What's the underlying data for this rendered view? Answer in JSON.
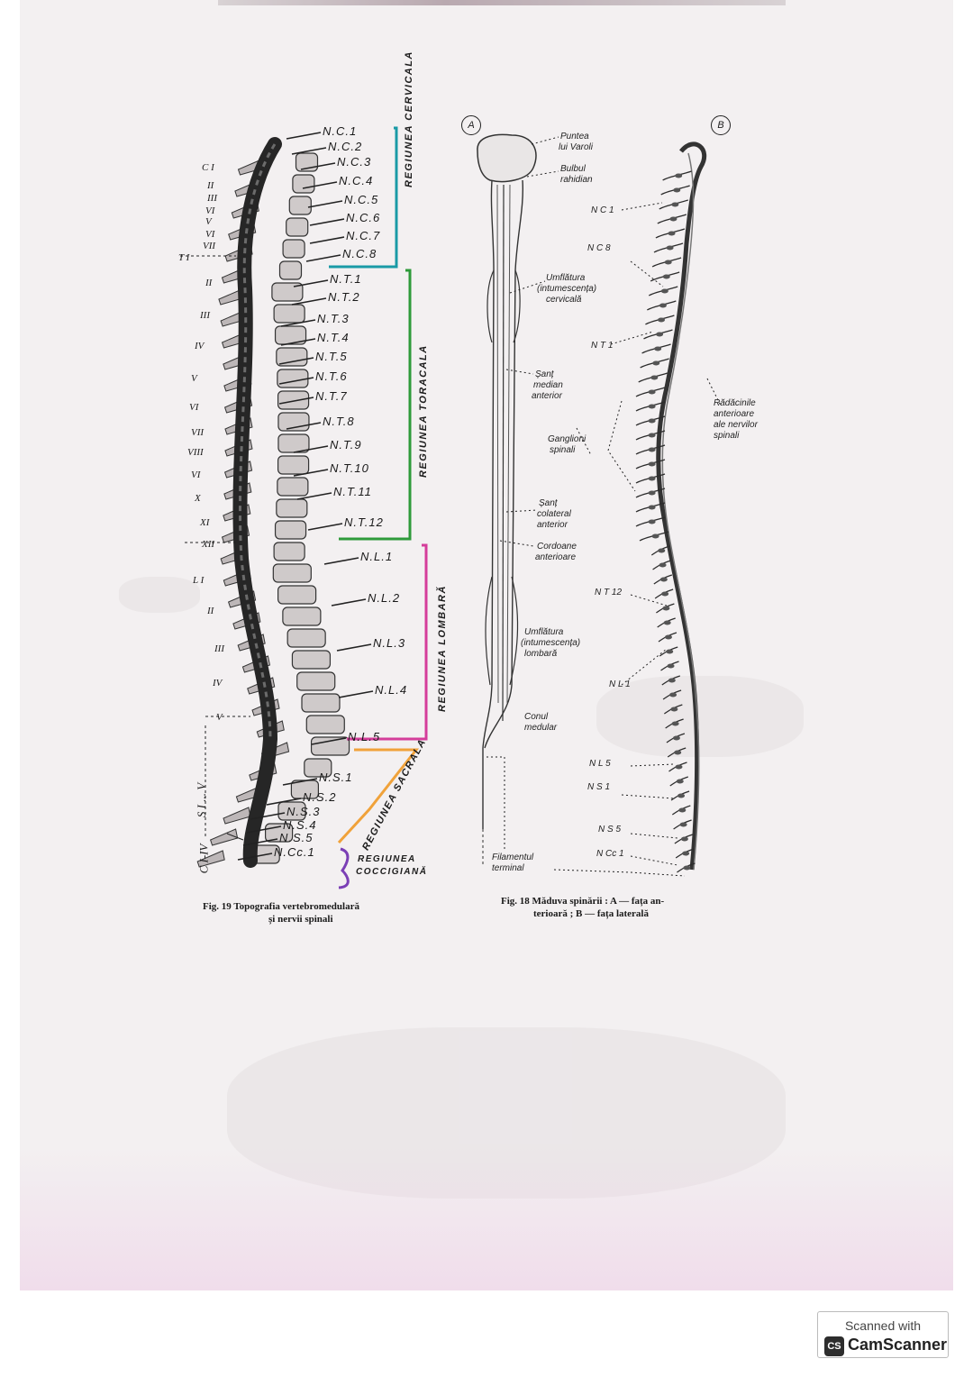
{
  "fig19": {
    "vertebra_labels": [
      "C I",
      "II",
      "III",
      "VI",
      "V",
      "VI",
      "VII",
      "T I",
      "II",
      "III",
      "IV",
      "V",
      "VI",
      "VII",
      "VIII",
      "VI",
      "X",
      "XI",
      "XII",
      "L I",
      "II",
      "III",
      "IV",
      "V",
      "S I ... V",
      "C I-IV"
    ],
    "nerve_labels": [
      "N.C.1",
      "N.C.2",
      "N.C.3",
      "N.C.4",
      "N.C.5",
      "N.C.6",
      "N.C.7",
      "N.C.8",
      "N.T.1",
      "N.T.2",
      "N.T.3",
      "N.T.4",
      "N.T.5",
      "N.T.6",
      "N.T.7",
      "N.T.8",
      "N.T.9",
      "N.T.10",
      "N.T.11",
      "N.T.12",
      "N.L.1",
      "N.L.2",
      "N.L.3",
      "N.L.4",
      "N.L.5",
      "N.S.1",
      "N.S.2",
      "N.S.3",
      "N.S.4",
      "N.S.5",
      "N.Cc.1"
    ],
    "regions": {
      "cervical": "REGIUNEA CERVICALA",
      "thoracic": "REGIUNEA TORACALA",
      "lumbar": "REGIUNEA LOMBARĂ",
      "sacral": "REGIUNEA SACRALA",
      "coccygeal_1": "REGIUNEA",
      "coccygeal_2": "COCCIGIANĂ"
    },
    "caption_1": "Fig. 19 Topografia vertebromedulară",
    "caption_2": "și nervii spinali"
  },
  "fig18": {
    "panel_a": "A",
    "panel_b": "B",
    "labels_a": {
      "puntea_1": "Puntea",
      "puntea_2": "lui Varoli",
      "bulbul_1": "Bulbul",
      "bulbul_2": "rahidian",
      "umf_cerv_1": "Umflătura",
      "umf_cerv_2": "(intumescența)",
      "umf_cerv_3": "cervicală",
      "sant_med_1": "Șanț",
      "sant_med_2": "median",
      "sant_med_3": "anterior",
      "gang_1": "Ganglioni",
      "gang_2": "spinali",
      "sant_col_1": "Șanț",
      "sant_col_2": "colateral",
      "sant_col_3": "anterior",
      "cord_1": "Cordoane",
      "cord_2": "anterioare",
      "umf_lomb_1": "Umflătura",
      "umf_lomb_2": "(intumescența)",
      "umf_lomb_3": "lombară",
      "con_1": "Conul",
      "con_2": "medular",
      "fil_1": "Filamentul",
      "fil_2": "terminal"
    },
    "labels_b": {
      "nc1": "N C 1",
      "nc8": "N C 8",
      "nt1": "N T 1",
      "rad_1": "Rădăcinile",
      "rad_2": "anterioare",
      "rad_3": "ale nervilor",
      "rad_4": "spinali",
      "nt12": "N T 12",
      "nl1": "N L 1",
      "nl5": "N L 5",
      "ns1": "N S 1",
      "ns5": "N S 5",
      "ncc1": "N Cc 1"
    },
    "caption_1": "Fig. 18 Măduva spinării : A — fața an-",
    "caption_2": "terioară ; B — fața laterală"
  },
  "scanner_badge": {
    "line1": "Scanned with",
    "brand": "CamScanner",
    "logo_text": "CS"
  },
  "colors": {
    "cervical_bracket": "#1a9aa6",
    "thoracic_bracket": "#2e9a3a",
    "lumbar_bracket": "#d43d9a",
    "sacral_bracket": "#f0a23a",
    "coccygeal_bracket": "#7b3fb5"
  }
}
